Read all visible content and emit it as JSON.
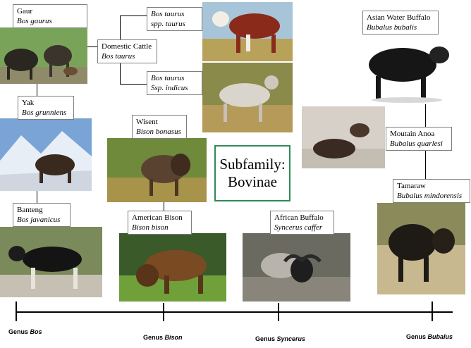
{
  "title": {
    "line1": "Subfamily:",
    "line2": "Bovinae"
  },
  "species": {
    "gaur": {
      "common": "Gaur",
      "scientific": "Bos gaurus"
    },
    "domestic": {
      "common": "Domestic Cattle",
      "scientific": "Bos taurus"
    },
    "taurus": {
      "line1": "Bos taurus",
      "line2": "spp. taurus"
    },
    "indicus": {
      "line1": "Bos taurus",
      "line2": "Ssp. indicus"
    },
    "yak": {
      "common": "Yak",
      "scientific": "Bos grunniens"
    },
    "banteng": {
      "common": "Banteng",
      "scientific": "Bos javanicus"
    },
    "wisent": {
      "common": "Wisent",
      "scientific": "Bison bonasus"
    },
    "american_bison": {
      "common": "American Bison",
      "scientific": "Bison bison"
    },
    "african_buffalo": {
      "common": "African Buffalo",
      "scientific": "Syncerus caffer"
    },
    "asian_buffalo": {
      "common": "Asian Water Buffalo",
      "scientific": "Bubalus bubalis"
    },
    "anoa": {
      "common": "Moutain Anoa",
      "scientific": "Bubalus quarlesi"
    },
    "tamaraw": {
      "common": "Tamaraw",
      "scientific": "Bubalus mindorensis"
    }
  },
  "genera": {
    "bos": {
      "prefix": "Genus ",
      "name": "Bos"
    },
    "bison": {
      "prefix": "Genus ",
      "name": "Bison"
    },
    "syncerus": {
      "prefix": "Genus ",
      "name": "Syncerus"
    },
    "bubalus": {
      "prefix": "Genus ",
      "name": "Bubalus"
    }
  }
}
